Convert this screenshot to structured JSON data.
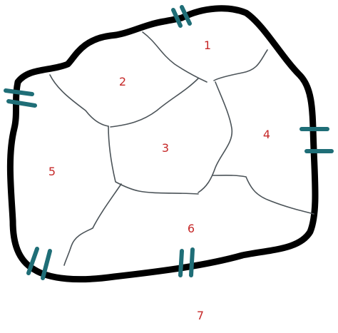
{
  "colors": {
    "outer_wall": "#000000",
    "inner_wall": "#4b5358",
    "door_mark": "#1f6e77",
    "label": "#c62828",
    "background": "#ffffff"
  },
  "regions": [
    {
      "id": "r1",
      "label": "1"
    },
    {
      "id": "r2",
      "label": "2"
    },
    {
      "id": "r3",
      "label": "3"
    },
    {
      "id": "r4",
      "label": "4"
    },
    {
      "id": "r5",
      "label": "5"
    },
    {
      "id": "r6",
      "label": "6"
    },
    {
      "id": "r7",
      "label": "7"
    }
  ],
  "openings": [
    {
      "id": "top",
      "icon": "door-marker-icon"
    },
    {
      "id": "left-upper",
      "icon": "door-marker-icon"
    },
    {
      "id": "right",
      "icon": "door-marker-icon"
    },
    {
      "id": "bottom-left",
      "icon": "door-marker-icon"
    },
    {
      "id": "bottom-mid",
      "icon": "door-marker-icon"
    }
  ]
}
